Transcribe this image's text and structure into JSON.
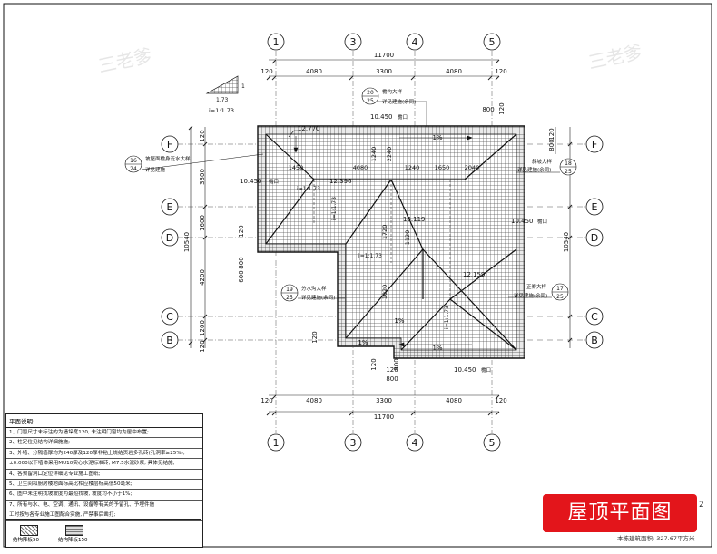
{
  "watermark": "三老爹",
  "axes": {
    "vertical": [
      "1",
      "3",
      "4",
      "5"
    ],
    "horizontal": [
      "F",
      "E",
      "D",
      "C",
      "B"
    ]
  },
  "dims": {
    "total": "11700",
    "top_row": [
      "120",
      "4080",
      "3300",
      "4080",
      "120"
    ],
    "bottom_row": [
      "120",
      "4080",
      "3300",
      "4080",
      "120"
    ],
    "left_col": [
      "120",
      "3300",
      "1600",
      "4200",
      "1200",
      "120"
    ],
    "left_total": "10540",
    "right_col": [
      "120",
      "800"
    ],
    "right_total": "10540",
    "left_inner": [
      "120",
      "800",
      "600"
    ],
    "bottom_inner": [
      "120",
      "800",
      "120",
      "800"
    ],
    "roof_internal": [
      "1450",
      "4080",
      "1240",
      "1650",
      "2040",
      "1240",
      "2240",
      "1120",
      "1020",
      "1720"
    ],
    "extra": [
      "120",
      "120",
      "800"
    ]
  },
  "slope": {
    "ratio": "i=1:1.73",
    "rise": "1",
    "run": "1.73"
  },
  "elevations": {
    "ridge_top": "12.770",
    "ridge_mid": "12.396",
    "ridge_center": "13.119",
    "ridge_right": "12.159",
    "eave_left": "10.450",
    "eave_top": "10.450",
    "eave_right": "10.450",
    "eave_bottom": "10.450",
    "eave_tag": "檐口"
  },
  "slopes": [
    "1%",
    "1%",
    "1%",
    "1%"
  ],
  "gradients": [
    "i=1:1.73",
    "i=1:1.73",
    "i=1:1.73",
    "i=1:1.73"
  ],
  "callouts": {
    "top": {
      "num": "20",
      "den": "25",
      "title": "檐沟大样",
      "note": "详见建施(余同)"
    },
    "right_top": {
      "num": "18",
      "den": "25",
      "title": "斜坡大样",
      "note": "详见建施(余同)"
    },
    "left_top": {
      "num": "16",
      "den": "24",
      "title": "坡屋面檐身泛水大样",
      "note": "详见建施"
    },
    "left_mid": {
      "num": "19",
      "den": "25",
      "title": "分水沟大样",
      "note": "详见建施(余同)"
    },
    "right_mid": {
      "num": "17",
      "den": "25",
      "title": "正脊大样",
      "note": "详见建施(余同)"
    }
  },
  "notes": {
    "title": "平面说明:",
    "lines": [
      "1、门窗尺寸未标注的为墙垛宽120, 未注明门窗均为居中布置;",
      "2、柱定位见结构详细施施;",
      "3、外墙、分隔墙厚均为240厚及120厚非粘土烧结页岩多孔砖(孔洞率≥25%);",
      "±0.000以下墙体采用MU10实心水泥标准砖, M7.5水泥砂浆, 具体见结施;",
      "4、各预留洞口定位详细见专业施工图纸;",
      "5、卫生间和厨房楼地面标高比相应楼层标高低50毫米;",
      "6、图中未注明找坡坡度为最短找坡, 坡度均不小于1%;",
      "7、所有与水、电、空调、通讯、设备等有关的予留孔、予埋件施",
      "工时按与各专业施工图配合实施, 严禁事后凿打;"
    ]
  },
  "legend": {
    "item1": "结构降板50",
    "item2": "结构降板150"
  },
  "stamp": {
    "title": "屋顶平面图",
    "area": "本栋建筑面积: 327.67平方米",
    "page": "2"
  }
}
